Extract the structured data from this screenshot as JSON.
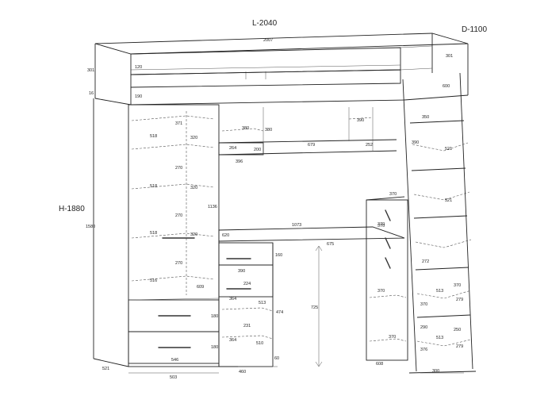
{
  "labels": {
    "length": "L-2040",
    "depth": "D-1100",
    "height": "H-1880"
  },
  "dims": {
    "top_total": "2007",
    "side_301": "301",
    "left_301": "301",
    "left_16": "16",
    "v_120": "120",
    "v_190": "190",
    "p_371": "371",
    "p_518a": "518",
    "p_320a": "320",
    "p_270a": "270",
    "p_518b": "518",
    "p_320b": "320",
    "p_270b": "270",
    "p_518c": "518",
    "p_320c": "320",
    "p_270c": "270",
    "p_516": "516",
    "p_609": "609",
    "p_180a": "180",
    "p_180b": "180",
    "p_546": "546",
    "p_503": "503",
    "p_521": "521",
    "h_1580": "1580",
    "h_1136": "1136",
    "s_380": "380",
    "s_380b": "380",
    "s_264": "264",
    "s_200": "200",
    "s_396": "396",
    "s_679": "679",
    "s_390": "390",
    "s_252": "252",
    "d_1073": "1073",
    "d_620": "620",
    "d_675": "675",
    "d_160": "160",
    "d_390": "390",
    "d_224": "224",
    "d_364": "364",
    "d_513": "513",
    "d_474": "474",
    "d_231": "231",
    "d_364b": "364",
    "d_510": "510",
    "d_460": "460",
    "d_60": "60",
    "d_725": "725",
    "l_600": "600",
    "l_350": "350",
    "l_390": "390",
    "l_521": "521",
    "l_370": "370",
    "l_521b": "521",
    "l_370b": "370",
    "l_272": "272",
    "l_370c": "370",
    "l_513a": "513",
    "l_370d": "370",
    "l_279a": "279",
    "l_370e": "370",
    "l_290": "290",
    "l_250": "250",
    "l_370f": "370",
    "l_513b": "513",
    "l_376": "376",
    "l_279b": "279",
    "l_300": "300",
    "l_608": "608",
    "l_370g": "370"
  }
}
